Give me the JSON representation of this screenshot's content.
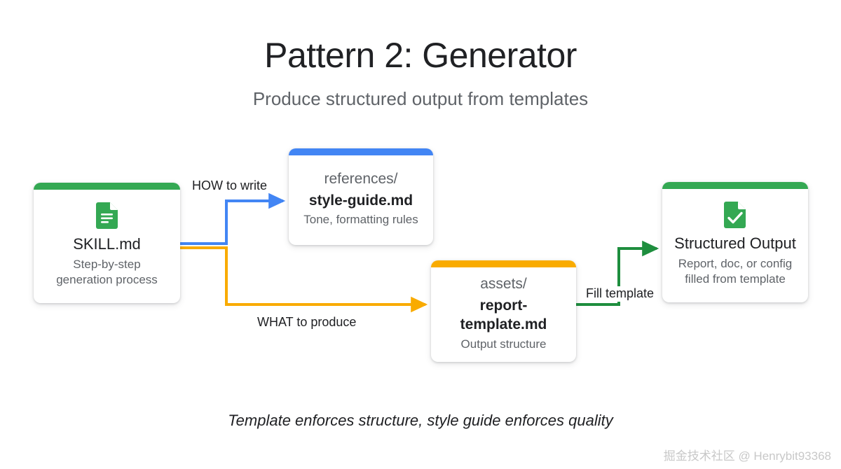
{
  "header": {
    "title": "Pattern 2: Generator",
    "subtitle": "Produce structured output from templates"
  },
  "colors": {
    "green": "#34a853",
    "blue": "#4285f4",
    "yellow": "#f9ab00",
    "text_primary": "#202124",
    "text_secondary": "#5f6368",
    "background": "#ffffff"
  },
  "diagram": {
    "type": "flow",
    "nodes": [
      {
        "id": "skill",
        "accent": "#34a853",
        "icon": "document-lines-icon",
        "pre": "",
        "title": "SKILL.md",
        "subtitle_line1": "Step-by-step",
        "subtitle_line2": "generation process"
      },
      {
        "id": "references",
        "accent": "#4285f4",
        "icon": "",
        "pre": "references/",
        "title": "style-guide.md",
        "subtitle_line1": "Tone, formatting rules",
        "subtitle_line2": ""
      },
      {
        "id": "assets",
        "accent": "#f9ab00",
        "icon": "",
        "pre": "assets/",
        "title": "report-template.md",
        "subtitle_line1": "Output structure",
        "subtitle_line2": ""
      },
      {
        "id": "output",
        "accent": "#34a853",
        "icon": "document-check-icon",
        "pre": "",
        "title": "Structured Output",
        "subtitle_line1": "Report, doc, or config",
        "subtitle_line2": "filled from template"
      }
    ],
    "edges": [
      {
        "id": "how",
        "from": "skill",
        "to": "references",
        "label": "HOW to write",
        "color": "#4285f4"
      },
      {
        "id": "what",
        "from": "skill",
        "to": "assets",
        "label": "WHAT to produce",
        "color": "#f9ab00"
      },
      {
        "id": "fill",
        "from": "assets",
        "to": "output",
        "label": "Fill template",
        "color": "#34a853"
      }
    ]
  },
  "footer": {
    "note": "Template enforces structure, style guide enforces quality",
    "watermark": "掘金技术社区 @ Henrybit93368"
  }
}
